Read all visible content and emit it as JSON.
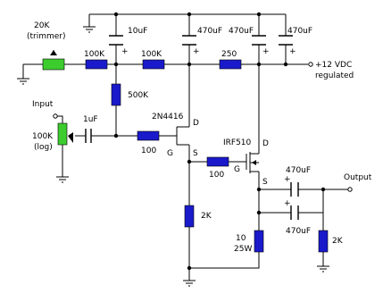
{
  "components": {
    "trimmer": {
      "value": "20K",
      "note": "(trimmer)"
    },
    "r_supply1": {
      "value": "100K"
    },
    "r_supply2": {
      "value": "100K"
    },
    "r_supply3": {
      "value": "250"
    },
    "r_bias": {
      "value": "500K"
    },
    "r_gate1": {
      "value": "100"
    },
    "r_gate2": {
      "value": "100"
    },
    "r_source1": {
      "value": "2K"
    },
    "r_source2": {
      "value": "10",
      "power": "25W"
    },
    "r_load": {
      "value": "2K"
    },
    "c_in": {
      "value": "1uF"
    },
    "c_filter1": {
      "value": "10uF"
    },
    "c_filter2": {
      "value": "470uF"
    },
    "c_filter3": {
      "value": "470uF"
    },
    "c_filter4": {
      "value": "470uF"
    },
    "c_out_top": {
      "value": "470uF"
    },
    "c_out_bottom": {
      "value": "470uF"
    },
    "volume_pot": {
      "value": "100K",
      "taper": "(log)"
    },
    "q1": {
      "part": "2N4416",
      "drain": "D",
      "gate": "G",
      "source": "S"
    },
    "q2": {
      "part": "IRF510",
      "drain": "D",
      "gate": "G",
      "source": "S"
    }
  },
  "labels": {
    "input": "Input",
    "output": "Output",
    "supply_line1": "+12 VDC",
    "supply_line2": "regulated",
    "plus": "+"
  }
}
